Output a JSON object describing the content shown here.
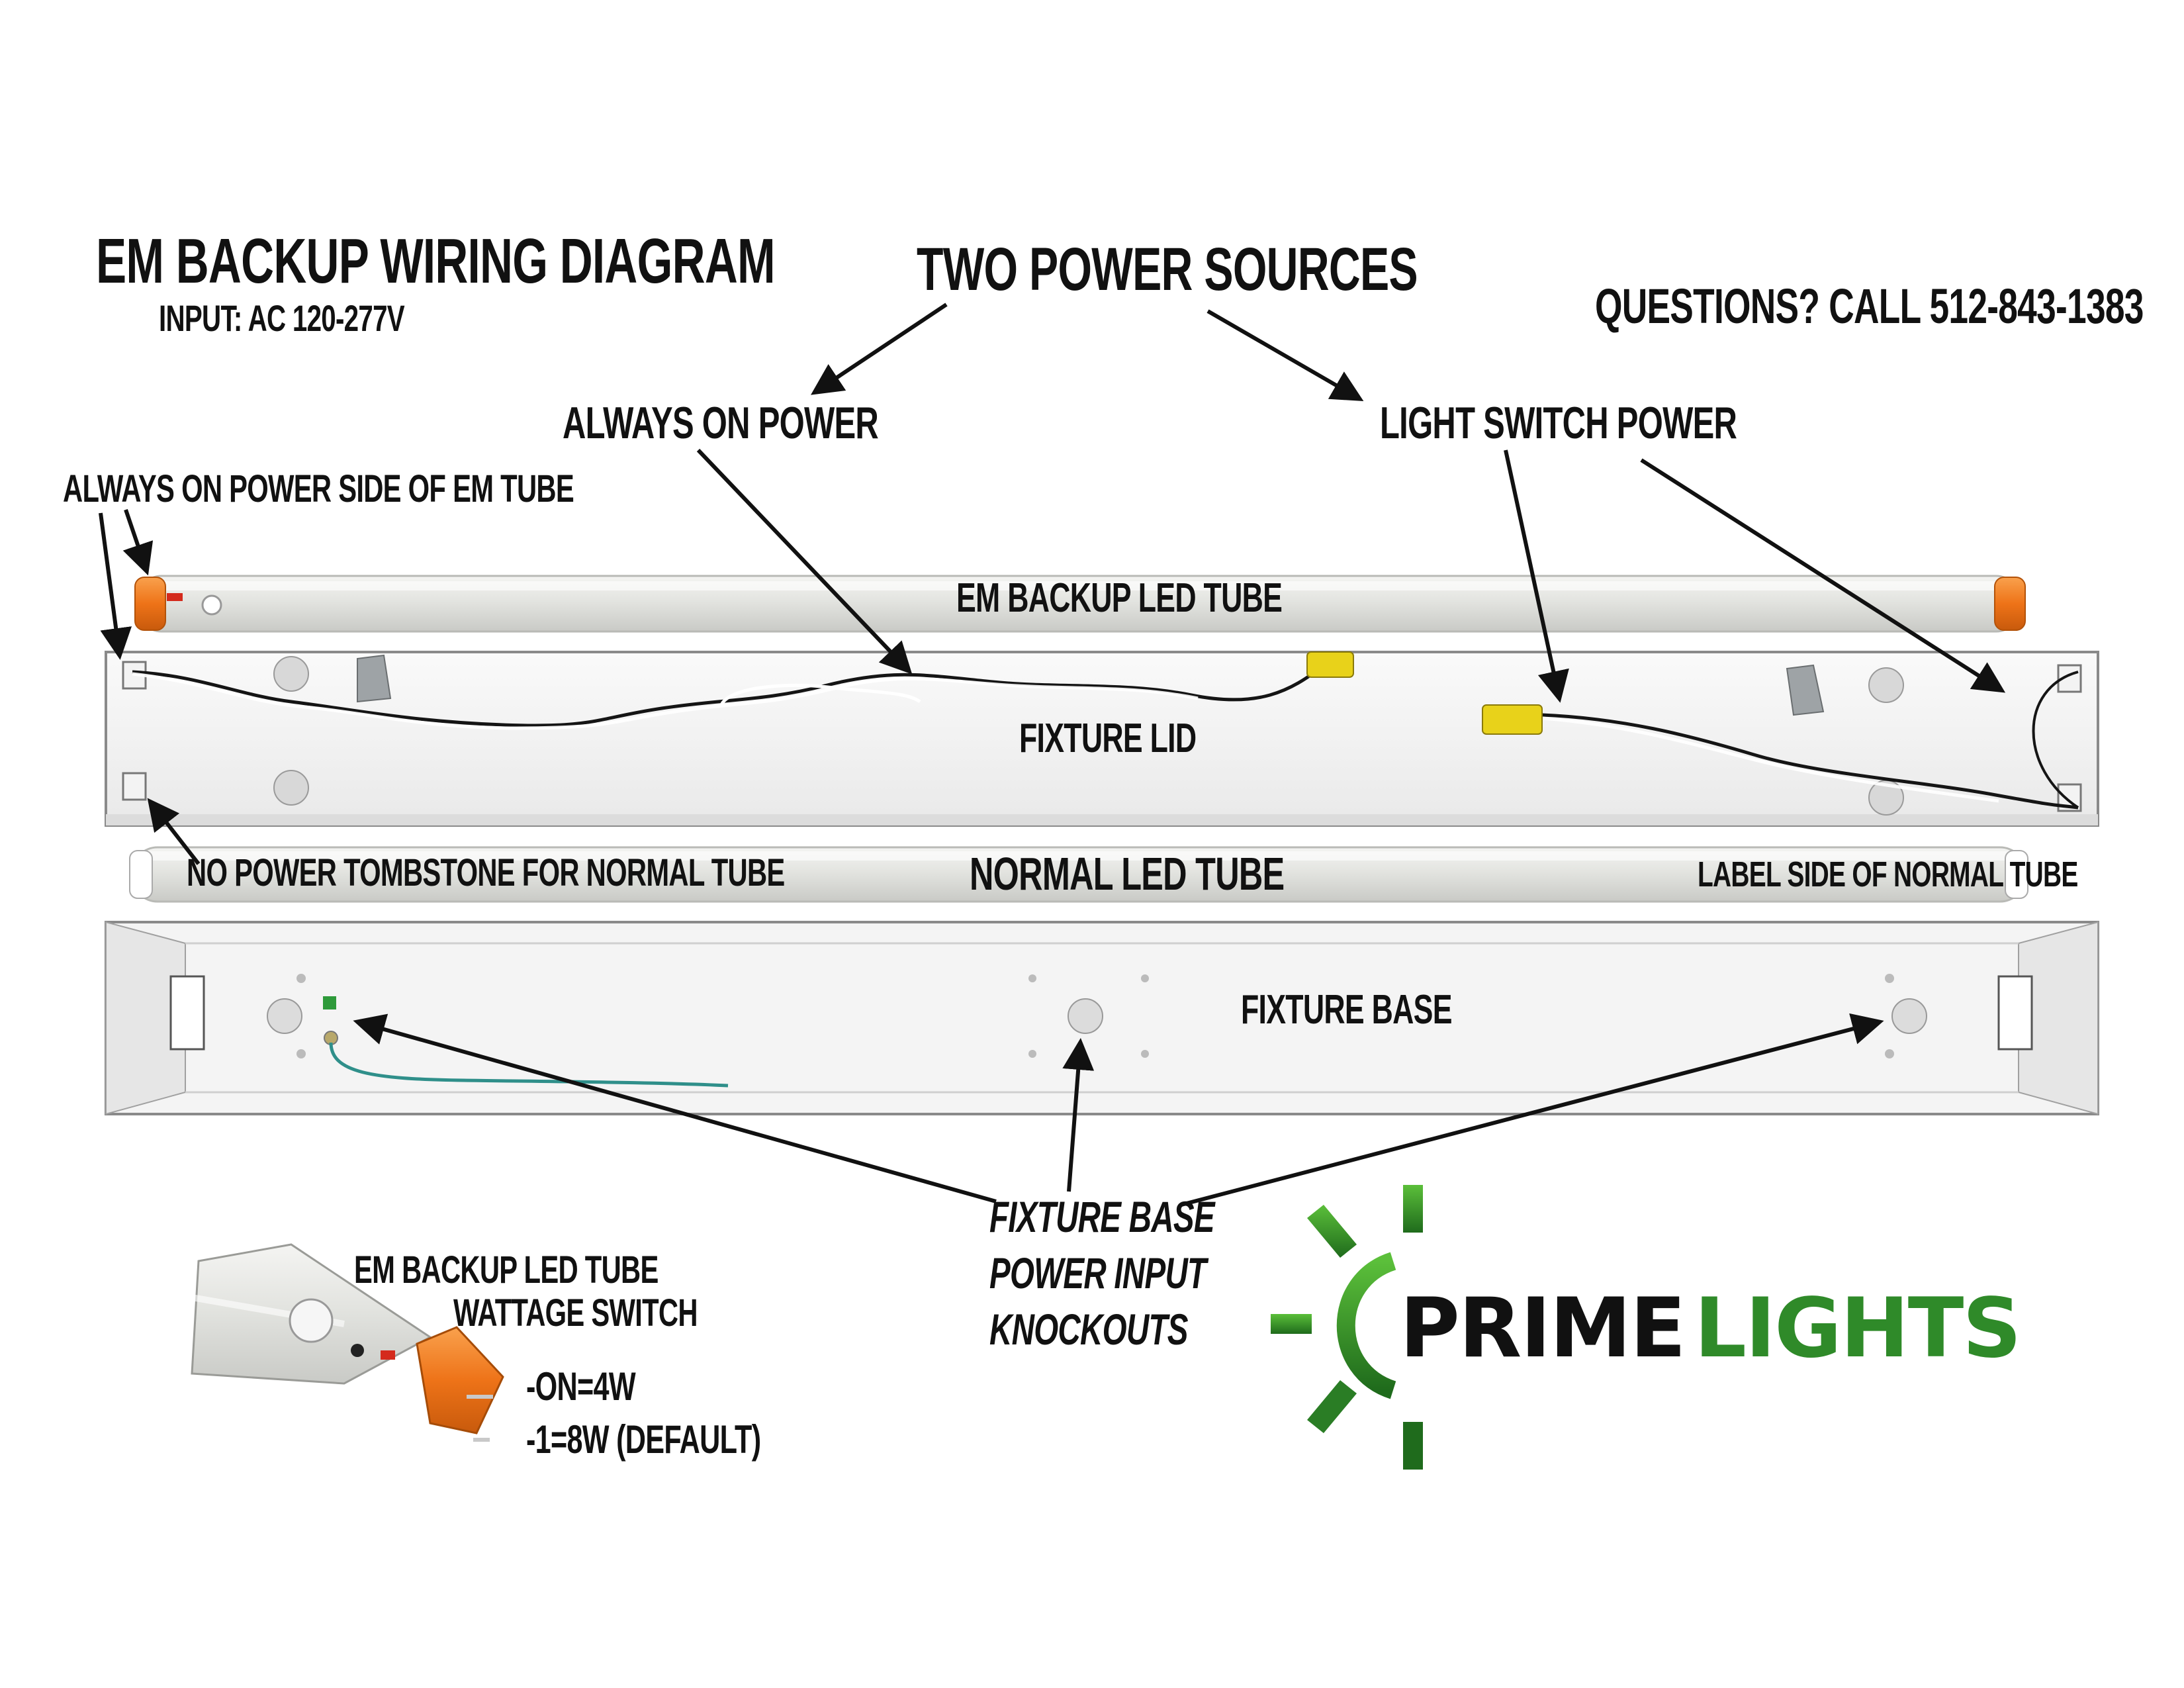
{
  "title": "EM BACKUP WIRING DIAGRAM",
  "input_spec": "INPUT:  AC 120-277V",
  "two_power_sources": "TWO POWER SOURCES",
  "questions": "QUESTIONS? CALL 512-843-1383",
  "always_on_power": "ALWAYS ON POWER",
  "light_switch_power": "LIGHT SWITCH POWER",
  "always_on_side_label": "ALWAYS ON POWER SIDE OF EM TUBE",
  "em_backup_led_tube": "EM BACKUP LED TUBE",
  "fixture_lid": "FIXTURE LID",
  "no_power_tombstone": "NO POWER TOMBSTONE FOR NORMAL TUBE",
  "normal_led_tube": "NORMAL LED TUBE",
  "label_side_normal": "LABEL SIDE OF NORMAL TUBE",
  "fixture_base": "FIXTURE BASE",
  "knockouts": [
    "FIXTURE BASE",
    "POWER INPUT",
    "KNOCKOUTS"
  ],
  "inset_title_1": "EM BACKUP LED TUBE",
  "inset_title_2": "WATTAGE SWITCH",
  "switch_on": "-ON=4W",
  "switch_default": "-1=8W (DEFAULT)",
  "logo_prime": "PRIME",
  "logo_lights": "LIGHTS",
  "colors": {
    "tube_cap_orange": "#f07a1f",
    "wire_black": "#151515",
    "wire_ground": "#2f8f8a",
    "connector_yellow": "#e8d21a",
    "logo_green": "#3a9a2e",
    "logo_dark_green": "#1f6b1c"
  }
}
